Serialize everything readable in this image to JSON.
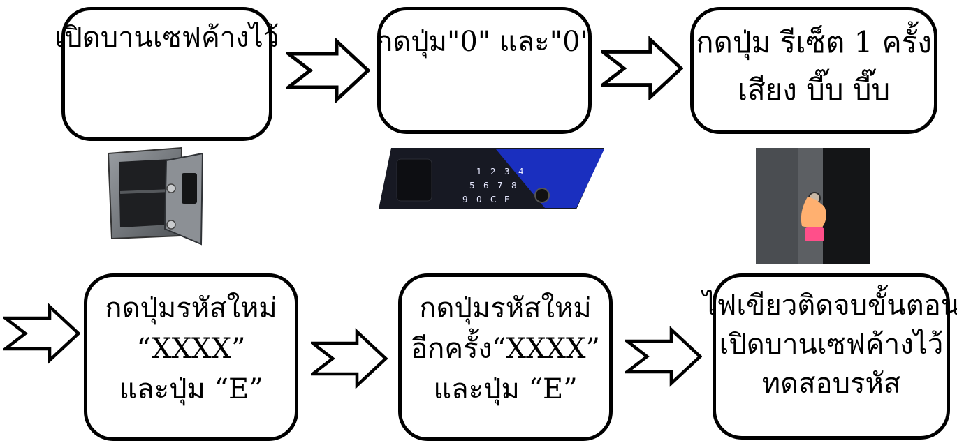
{
  "steps": [
    {
      "lines": [
        "เปิดบานเซฟค้างไว้"
      ]
    },
    {
      "lines": [
        "กดปุ่ม\"0\" และ\"0\""
      ]
    },
    {
      "lines": [
        "กดปุ่ม รีเซ็ต 1 ครั้ง",
        "เสียง บี๊บ บี๊บ"
      ]
    },
    {
      "lines": [
        "กดปุ่มรหัสใหม่",
        "“XXXX”",
        "และปุ่ม “E”"
      ]
    },
    {
      "lines": [
        "กดปุ่มรหัสใหม่",
        "อีกครั้ง“XXXX”",
        "และปุ่ม “E”"
      ]
    },
    {
      "lines": [
        "ไฟเขียวติดจบขั้นตอน",
        "เปิดบานเซฟค้างไว้",
        "ทดสอบรหัส"
      ]
    }
  ],
  "keypad": {
    "keys": [
      "1",
      "2",
      "3",
      "4",
      "5",
      "6",
      "7",
      "8",
      "9",
      "0",
      "C",
      "E"
    ],
    "accent_color": "#1a2fbf"
  },
  "arrows": [
    "right-arrow-icon",
    "right-arrow-icon",
    "right-arrow-icon",
    "right-arrow-icon",
    "right-arrow-icon"
  ]
}
